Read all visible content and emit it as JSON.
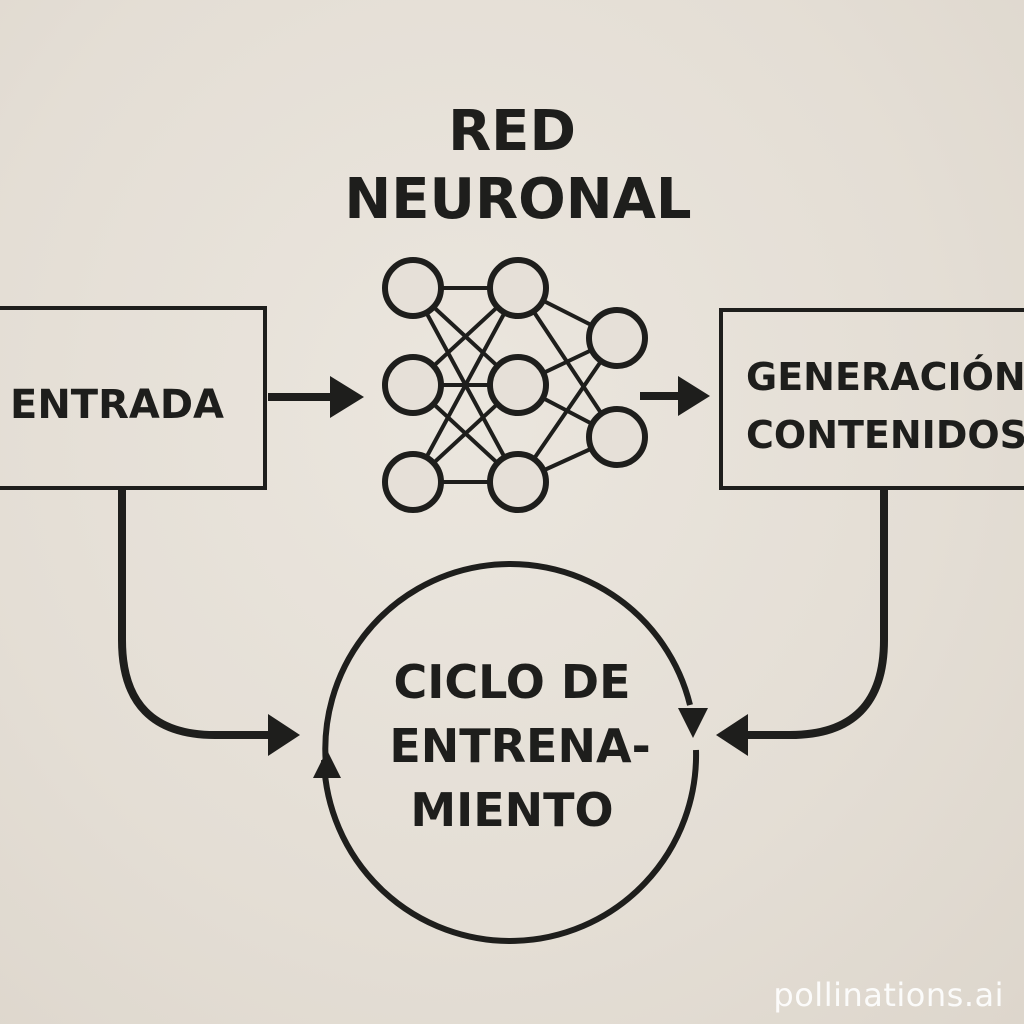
{
  "diagram": {
    "title_line1": "RED",
    "title_line2": "NEURONAL",
    "input_label": "ENTRADA",
    "output_label_line1": "GENERACIÓN",
    "output_label_line2": "CONTENIDOS",
    "cycle_label_line1": "CICLO DE",
    "cycle_label_line2": "ENTRENA-",
    "cycle_label_line3": "MIENTO"
  },
  "watermark": "pollinations.ai",
  "colors": {
    "background": "#e6e0d8",
    "ink": "#1e1e1c",
    "watermark": "#ffffff"
  }
}
